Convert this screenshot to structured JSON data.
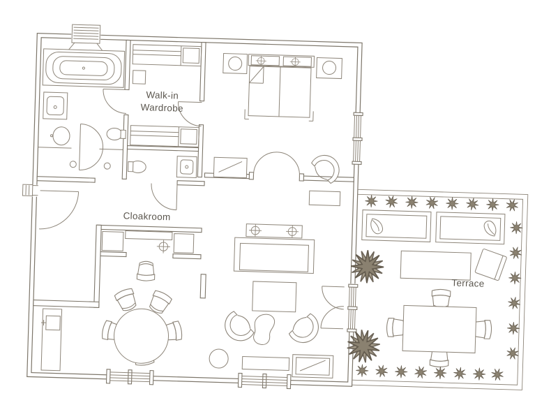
{
  "floorplan": {
    "type": "apartment-suite-floor-plan",
    "rooms": [
      {
        "id": "walk-in-wardrobe",
        "line1": "Walk-in",
        "line2": "Wardrobe"
      },
      {
        "id": "cloakroom",
        "line1": "Cloakroom"
      },
      {
        "id": "terrace",
        "line1": "Terrace"
      }
    ],
    "colors": {
      "background": "#ffffff",
      "wall_line": "#7d766a",
      "furniture_line": "#8d8579",
      "label_text": "#5b564e",
      "plant_dark": "#8a8170",
      "plant_light": "#a69d8b"
    }
  }
}
